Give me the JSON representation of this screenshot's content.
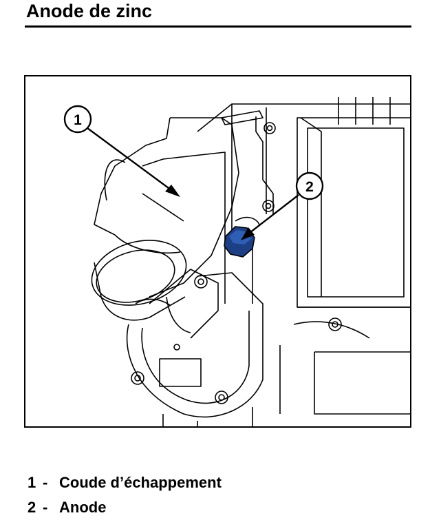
{
  "title": "Anode de zinc",
  "callouts": [
    {
      "number": "1"
    },
    {
      "number": "2"
    }
  ],
  "legend": [
    {
      "number": "1",
      "separator": "-",
      "label": "Coude d’échappement"
    },
    {
      "number": "2",
      "separator": "-",
      "label": "Anode"
    }
  ],
  "colors": {
    "anode": "#2f5fb5",
    "anode_dark": "#1d3f86"
  }
}
